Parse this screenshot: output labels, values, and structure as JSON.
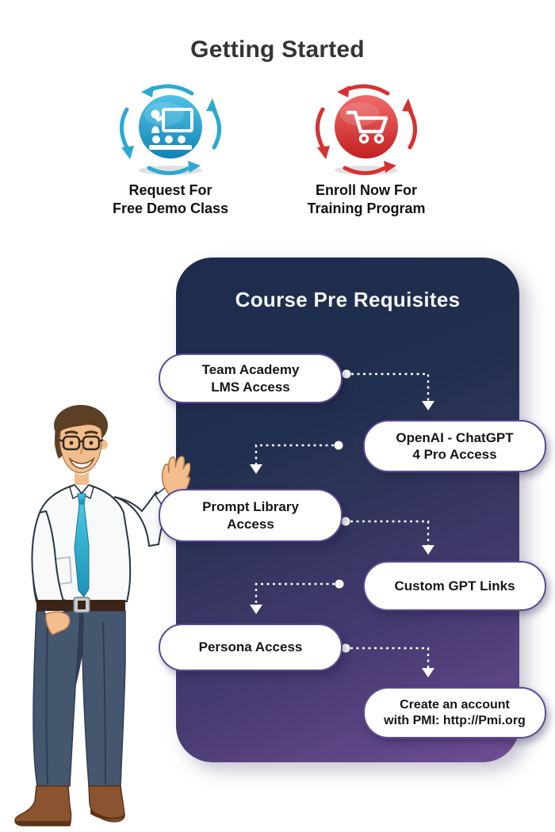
{
  "header": {
    "title": "Getting Started"
  },
  "actions": [
    {
      "id": "request-demo",
      "lines": [
        "Request For",
        "Free Demo Class"
      ],
      "icon": "presentation-board-icon",
      "circle_top": "#4EC3E8",
      "circle_bottom": "#1283B6",
      "arrow_color": "#2BA9D1"
    },
    {
      "id": "enroll-training",
      "lines": [
        "Enroll Now For",
        "Training Program"
      ],
      "icon": "shopping-cart-icon",
      "circle_top": "#F16A6A",
      "circle_bottom": "#C22020",
      "arrow_color": "#D63232"
    }
  ],
  "panel": {
    "title": "Course Pre Requisites",
    "bg_top": "#1E2B4D",
    "bg_bottom": "#6F4E95",
    "pill_border": "#5B4B94",
    "connector_color": "#FFFFFF",
    "items": [
      {
        "lines": [
          "Team Academy",
          "LMS Access"
        ],
        "side": "left"
      },
      {
        "lines": [
          "OpenAI - ChatGPT",
          "4 Pro Access"
        ],
        "side": "right"
      },
      {
        "lines": [
          "Prompt Library",
          "Access"
        ],
        "side": "left"
      },
      {
        "lines": [
          "Custom GPT Links"
        ],
        "side": "right"
      },
      {
        "lines": [
          "Persona Access"
        ],
        "side": "left"
      },
      {
        "lines": [
          "Create an account",
          "with PMI: http://Pmi.org"
        ],
        "side": "right"
      }
    ]
  },
  "illustration": {
    "name": "presenter-man",
    "tie_top": "#49C6E0",
    "tie_bottom": "#1C90BA"
  }
}
